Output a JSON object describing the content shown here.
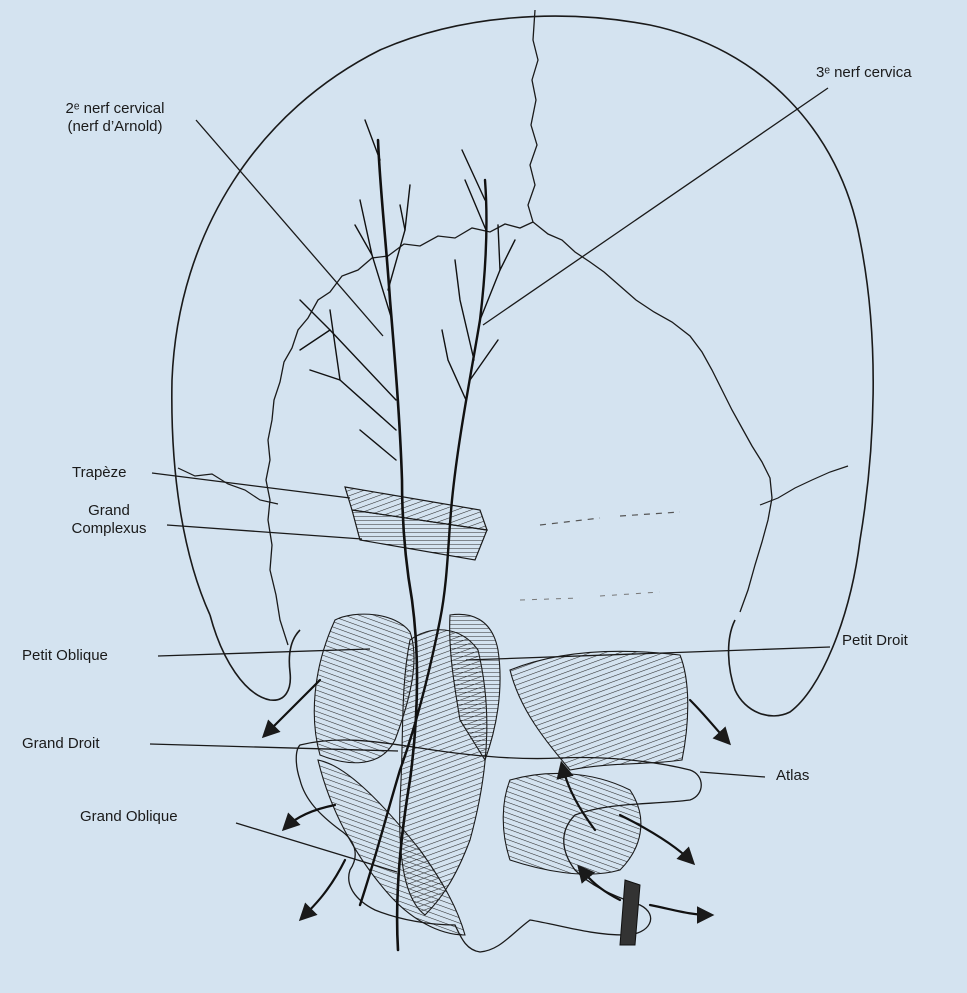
{
  "labels": {
    "nerf2": [
      "2ᵉ nerf cervical",
      "(nerf d’Arnold)"
    ],
    "nerf3": "3ᵉ nerf cervica",
    "trapeze": "Trapèze",
    "grand_complexus": [
      "Grand",
      "Complexus"
    ],
    "petit_oblique": "Petit Oblique",
    "petit_droit": "Petit Droit",
    "grand_droit": "Grand Droit",
    "atlas": "Atlas",
    "grand_oblique": "Grand Oblique"
  },
  "colors": {
    "background": "#d4e3f0",
    "ink": "#1a1a1a"
  }
}
